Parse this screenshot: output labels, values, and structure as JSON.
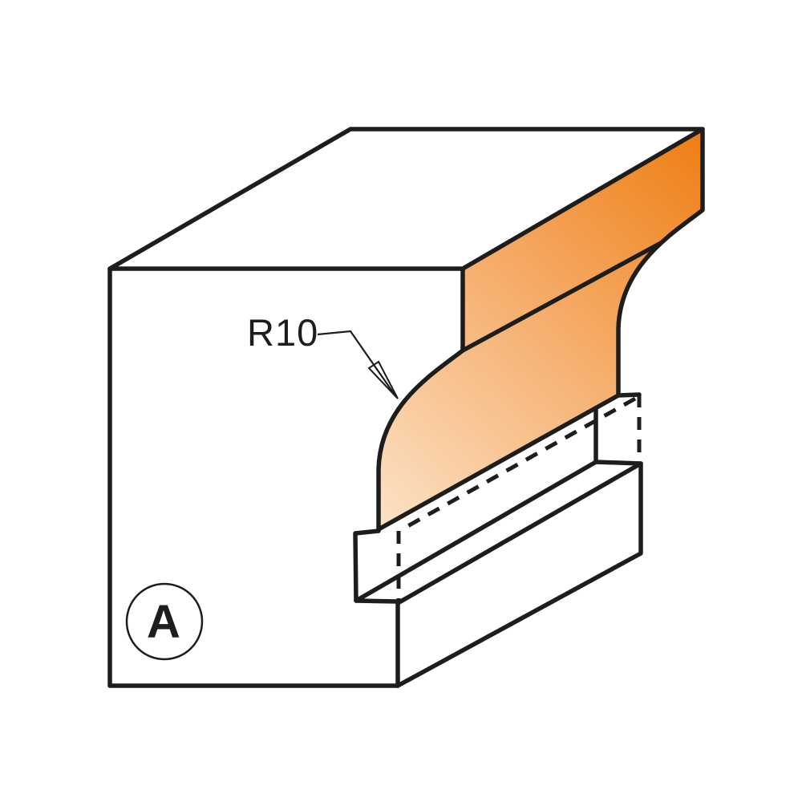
{
  "diagram": {
    "type": "router-bit-profile-illustration",
    "radius_label": "R10",
    "detail_marker": "A",
    "colors": {
      "line": "#1d1d1b",
      "background": "#ffffff",
      "cut_surface_light": "#FCE3C8",
      "cut_surface_mid": "#F6B070",
      "cut_surface_dark": "#EE7D12"
    }
  }
}
